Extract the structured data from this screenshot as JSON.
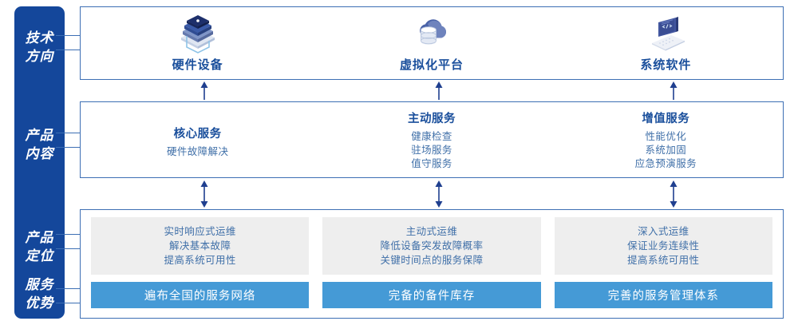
{
  "rail": {
    "labels": [
      {
        "line1": "技术",
        "line2": "方向"
      },
      {
        "line1": "产品",
        "line2": "内容"
      },
      {
        "line1": "产品",
        "line2": "定位"
      },
      {
        "line1": "服务",
        "line2": "优势"
      }
    ]
  },
  "tech_direction": {
    "columns": [
      {
        "icon": "server-stack-icon",
        "caption": "硬件设备"
      },
      {
        "icon": "cloud-database-icon",
        "caption": "虚拟化平台"
      },
      {
        "icon": "laptop-code-icon",
        "caption": "系统软件"
      }
    ]
  },
  "product_content": {
    "columns": [
      {
        "title": "核心服务",
        "items": [
          "硬件故障解决"
        ]
      },
      {
        "title": "主动服务",
        "items": [
          "健康检查",
          "驻场服务",
          "值守服务"
        ]
      },
      {
        "title": "增值服务",
        "items": [
          "性能优化",
          "系统加固",
          "应急预演服务"
        ]
      }
    ]
  },
  "product_positioning": {
    "boxes": [
      {
        "lines": [
          "实时响应式运维",
          "解决基本故障",
          "提高系统可用性"
        ]
      },
      {
        "lines": [
          "主动式运维",
          "降低设备突发故障概率",
          "关键时间点的服务保障"
        ]
      },
      {
        "lines": [
          "深入式运维",
          "保证业务连续性",
          "提高系统可用性"
        ]
      }
    ]
  },
  "service_advantage": {
    "bars": [
      "遍布全国的服务网络",
      "完备的备件库存",
      "完善的服务管理体系"
    ]
  },
  "colors": {
    "rail_blue": "#14479b",
    "border_blue": "#3d6fb4",
    "title_blue": "#1a4f9c",
    "text_blue": "#3f6fa8",
    "bar_blue": "#459ad6",
    "gray_box": "#eeeeee"
  }
}
